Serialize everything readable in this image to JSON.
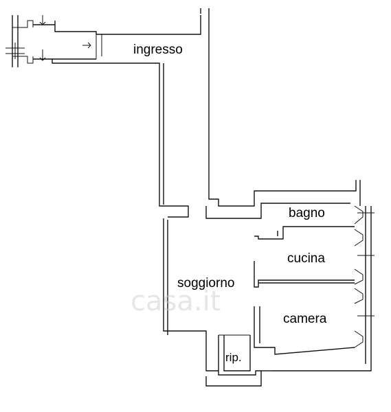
{
  "rooms": {
    "ingresso": "ingresso",
    "bagno": "bagno",
    "cucina": "cucina",
    "soggiorno": "soggiorno",
    "camera": "camera",
    "ripostiglio": "rip."
  },
  "watermark": "casa.it",
  "colors": {
    "wall": "#111111",
    "background": "#ffffff",
    "watermark": "#c8c8c8"
  }
}
